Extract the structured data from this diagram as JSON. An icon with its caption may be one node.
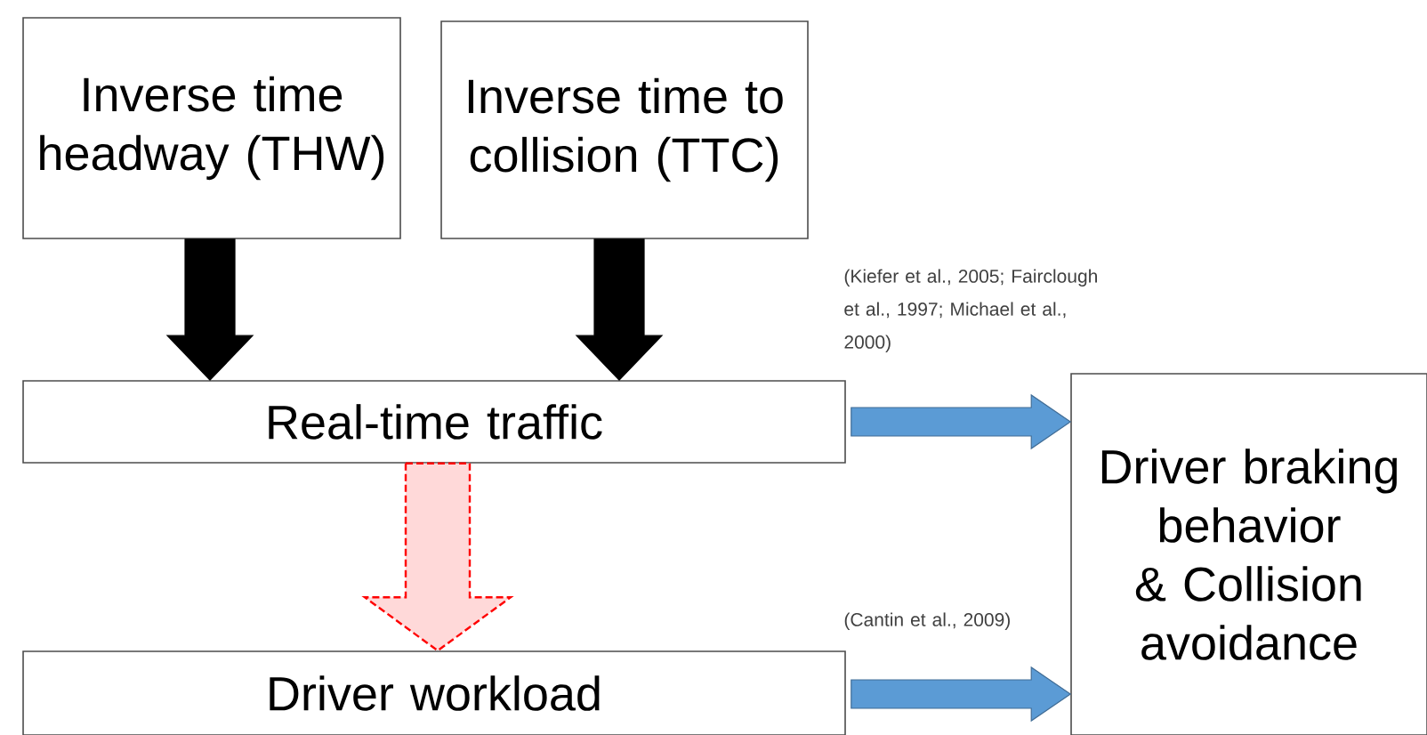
{
  "diagram": {
    "nodes": [
      {
        "text": [
          "Inverse time headway (THW)"
        ]
      },
      {
        "text": [
          "Inverse time to collision (TTC)"
        ]
      },
      {
        "text": [
          "Real-time traffic"
        ]
      },
      {
        "text": [
          "Driver workload"
        ]
      },
      {
        "text": [
          "Driver braking behavior & Collision avoidance"
        ]
      }
    ],
    "edges": [
      {
        "from": 0,
        "to": 2,
        "arrow": "to",
        "color": "#000000"
      },
      {
        "from": 1,
        "to": 2,
        "arrow": "to",
        "color": "#000000"
      },
      {
        "from": 2,
        "to": 3,
        "arrow": "to",
        "style": "dashed",
        "color": "#ff0000"
      },
      {
        "from": 2,
        "to": 4,
        "arrow": "to",
        "label": "(Kiefer et al., 2005; Fairclough et al., 1997; Michael et al., 2000)",
        "color": "#5b9bd5"
      },
      {
        "from": 3,
        "to": 4,
        "arrow": "to",
        "label": "(Cantin et al., 2009)",
        "color": "#5b9bd5"
      }
    ]
  }
}
